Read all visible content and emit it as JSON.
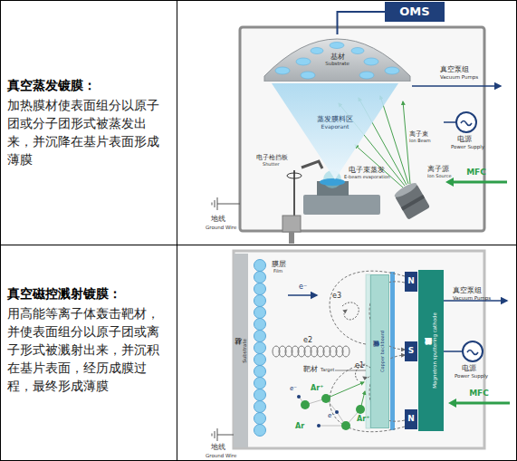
{
  "diagram": {
    "nodes": [
      {
        "text": [
          "OMS"
        ]
      },
      {
        "text": [
          "基材",
          "Substrate"
        ]
      },
      {
        "text": [
          "蒸发膜料区",
          "Evaporant"
        ]
      },
      {
        "text": [
          "MFC"
        ]
      },
      {
        "text": [
          "N"
        ]
      },
      {
        "text": [
          "S"
        ]
      },
      {
        "text": [
          "N"
        ]
      },
      {
        "text": [
          "铜背板",
          "Copper backboard"
        ]
      },
      {
        "text": [
          "磁控溅射阴极",
          "Magnetron sputtering cathode"
        ]
      },
      {
        "text": [
          "基材",
          "Substrate"
        ]
      },
      {
        "text": [
          "MFC"
        ]
      }
    ],
    "edges": [
      {
        "from": 0,
        "to": 1,
        "arrow": "none"
      }
    ],
    "labels": [
      "真空蒸发镀膜：",
      "加热膜材使表面组分以原子团或分子团形式被蒸发出来，并沉降在基片表面形成薄膜",
      "真空磁控溅射镀膜：",
      "用高能等离子体轰击靶材，并使表面组分以原子团或离子形式被溅射出来，并沉积在基片表面，经历成膜过程，最终形成薄膜",
      "真空泵组",
      "Vacuum Pumps",
      "离子束",
      "Ion Beam",
      "电源",
      "Power Supply",
      "离子源",
      "Ion Source",
      "电子枪挡板",
      "Shutter",
      "电子束蒸发",
      "E-beam evaporation",
      "地线",
      "Ground Wire",
      "膜层",
      "Film",
      "e⁻",
      "e3",
      "真空泵组",
      "Vacuum Pumps",
      "e2",
      "e1",
      "电源",
      "Power Supply",
      "靶材",
      "Target",
      "e⁻",
      "Ar⁺",
      "e⁻",
      "Ar",
      "Ar⁺",
      "地线",
      "Ground Wire"
    ]
  }
}
